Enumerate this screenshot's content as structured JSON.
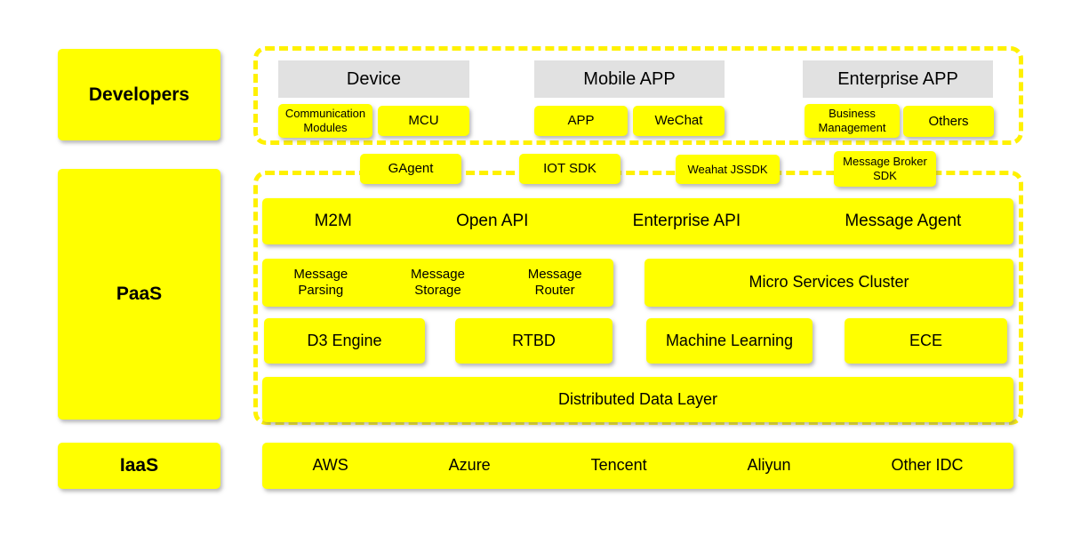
{
  "layers": {
    "developers": "Developers",
    "paas": "PaaS",
    "iaas": "IaaS"
  },
  "top_groups": [
    {
      "header": "Device",
      "items": [
        "Communication Modules",
        "MCU"
      ]
    },
    {
      "header": "Mobile APP",
      "items": [
        "APP",
        "WeChat"
      ]
    },
    {
      "header": "Enterprise APP",
      "items": [
        "Business Management",
        "Others"
      ]
    }
  ],
  "sdk_row": [
    "GAgent",
    "IOT SDK",
    "Weahat JSSDK",
    "Message Broker SDK"
  ],
  "api_row": [
    "M2M",
    "Open API",
    "Enterprise API",
    "Message Agent"
  ],
  "message_row": [
    "Message Parsing",
    "Message Storage",
    "Message Router"
  ],
  "micro_services": "Micro Services Cluster",
  "engine_row": [
    "D3 Engine",
    "RTBD",
    "Machine Learning",
    "ECE"
  ],
  "data_layer": "Distributed Data Layer",
  "iaas_row": [
    "AWS",
    "Azure",
    "Tencent",
    "Aliyun",
    "Other IDC"
  ],
  "colors": {
    "box_yellow": "#FFFF00",
    "dash_yellow": "#FFF100",
    "header_gray": "#E1E1E1",
    "text": "#000000"
  }
}
